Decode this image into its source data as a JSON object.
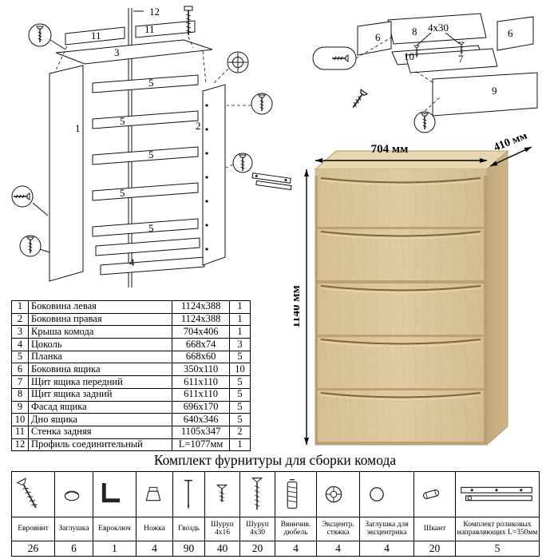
{
  "left_diagram": {
    "labels": {
      "p12": "12",
      "p11a": "11",
      "p11b": "11",
      "p3": "3",
      "p1": "1",
      "p2": "2",
      "p5a": "5",
      "p5b": "5",
      "p5c": "5",
      "p5d": "5",
      "p5e": "5",
      "p4": "4"
    }
  },
  "right_diagram": {
    "labels": {
      "p8": "8",
      "p6a": "6",
      "p6b": "6",
      "p7": "7",
      "p10": "10",
      "p9": "9",
      "note": "4х30"
    }
  },
  "dresser": {
    "width": "704 мм",
    "depth": "410 мм",
    "height": "1140 мм",
    "wood_color": "#dbc69c",
    "wood_side_color": "#c9b184",
    "wood_top_color": "#e7d6b0"
  },
  "parts_table": {
    "rows": [
      {
        "num": "1",
        "name": "Боковина левая",
        "size": "1124х388",
        "qty": "1"
      },
      {
        "num": "2",
        "name": "Боковина правая",
        "size": "1124х388",
        "qty": "1"
      },
      {
        "num": "3",
        "name": "Крыша комода",
        "size": "704х406",
        "qty": "1"
      },
      {
        "num": "4",
        "name": "Цоколь",
        "size": "668х74",
        "qty": "3"
      },
      {
        "num": "5",
        "name": "Планка",
        "size": "668х60",
        "qty": "5"
      },
      {
        "num": "6",
        "name": "Боковина ящика",
        "size": "350х110",
        "qty": "10"
      },
      {
        "num": "7",
        "name": "Щит ящика передний",
        "size": "611х110",
        "qty": "5"
      },
      {
        "num": "8",
        "name": "Щит ящика задний",
        "size": "611х110",
        "qty": "5"
      },
      {
        "num": "9",
        "name": "Фасад ящика",
        "size": "696х170",
        "qty": "5"
      },
      {
        "num": "10",
        "name": "Дно ящика",
        "size": "640х346",
        "qty": "5"
      },
      {
        "num": "11",
        "name": "Стенка задняя",
        "size": "1105х347",
        "qty": "2"
      },
      {
        "num": "12",
        "name": "Профиль соединительный",
        "size": "L=1077мм",
        "qty": "1"
      }
    ]
  },
  "hardware": {
    "title": "Комплект фурнитуры для сборки комода",
    "items": [
      {
        "icon": "euro-screw-icon",
        "label": "Евровинт",
        "qty": "26"
      },
      {
        "icon": "cap-icon",
        "label": "Заглушка",
        "qty": "6"
      },
      {
        "icon": "hex-key-icon",
        "label": "Евроключ",
        "qty": "1"
      },
      {
        "icon": "foot-icon",
        "label": "Ножка",
        "qty": "4"
      },
      {
        "icon": "nail-icon",
        "label": "Гвоздь",
        "qty": "90"
      },
      {
        "icon": "screw-4x16-icon",
        "label": "Шуруп 4х16",
        "qty": "40"
      },
      {
        "icon": "screw-4x30-icon",
        "label": "Шуруп 4х30",
        "qty": "20"
      },
      {
        "icon": "screw-dowel-icon",
        "label": "Ввинчив. дюбель",
        "qty": "4"
      },
      {
        "icon": "cam-lock-icon",
        "label": "Эксцентр. стяжка",
        "qty": "4"
      },
      {
        "icon": "cam-cap-icon",
        "label": "Заглушка для эксцентрика",
        "qty": "4"
      },
      {
        "icon": "wood-dowel-icon",
        "label": "Шкант",
        "qty": "20"
      },
      {
        "icon": "drawer-slide-icon",
        "label": "Комплект роликовых направляющих L=350мм",
        "qty": "5"
      }
    ]
  }
}
